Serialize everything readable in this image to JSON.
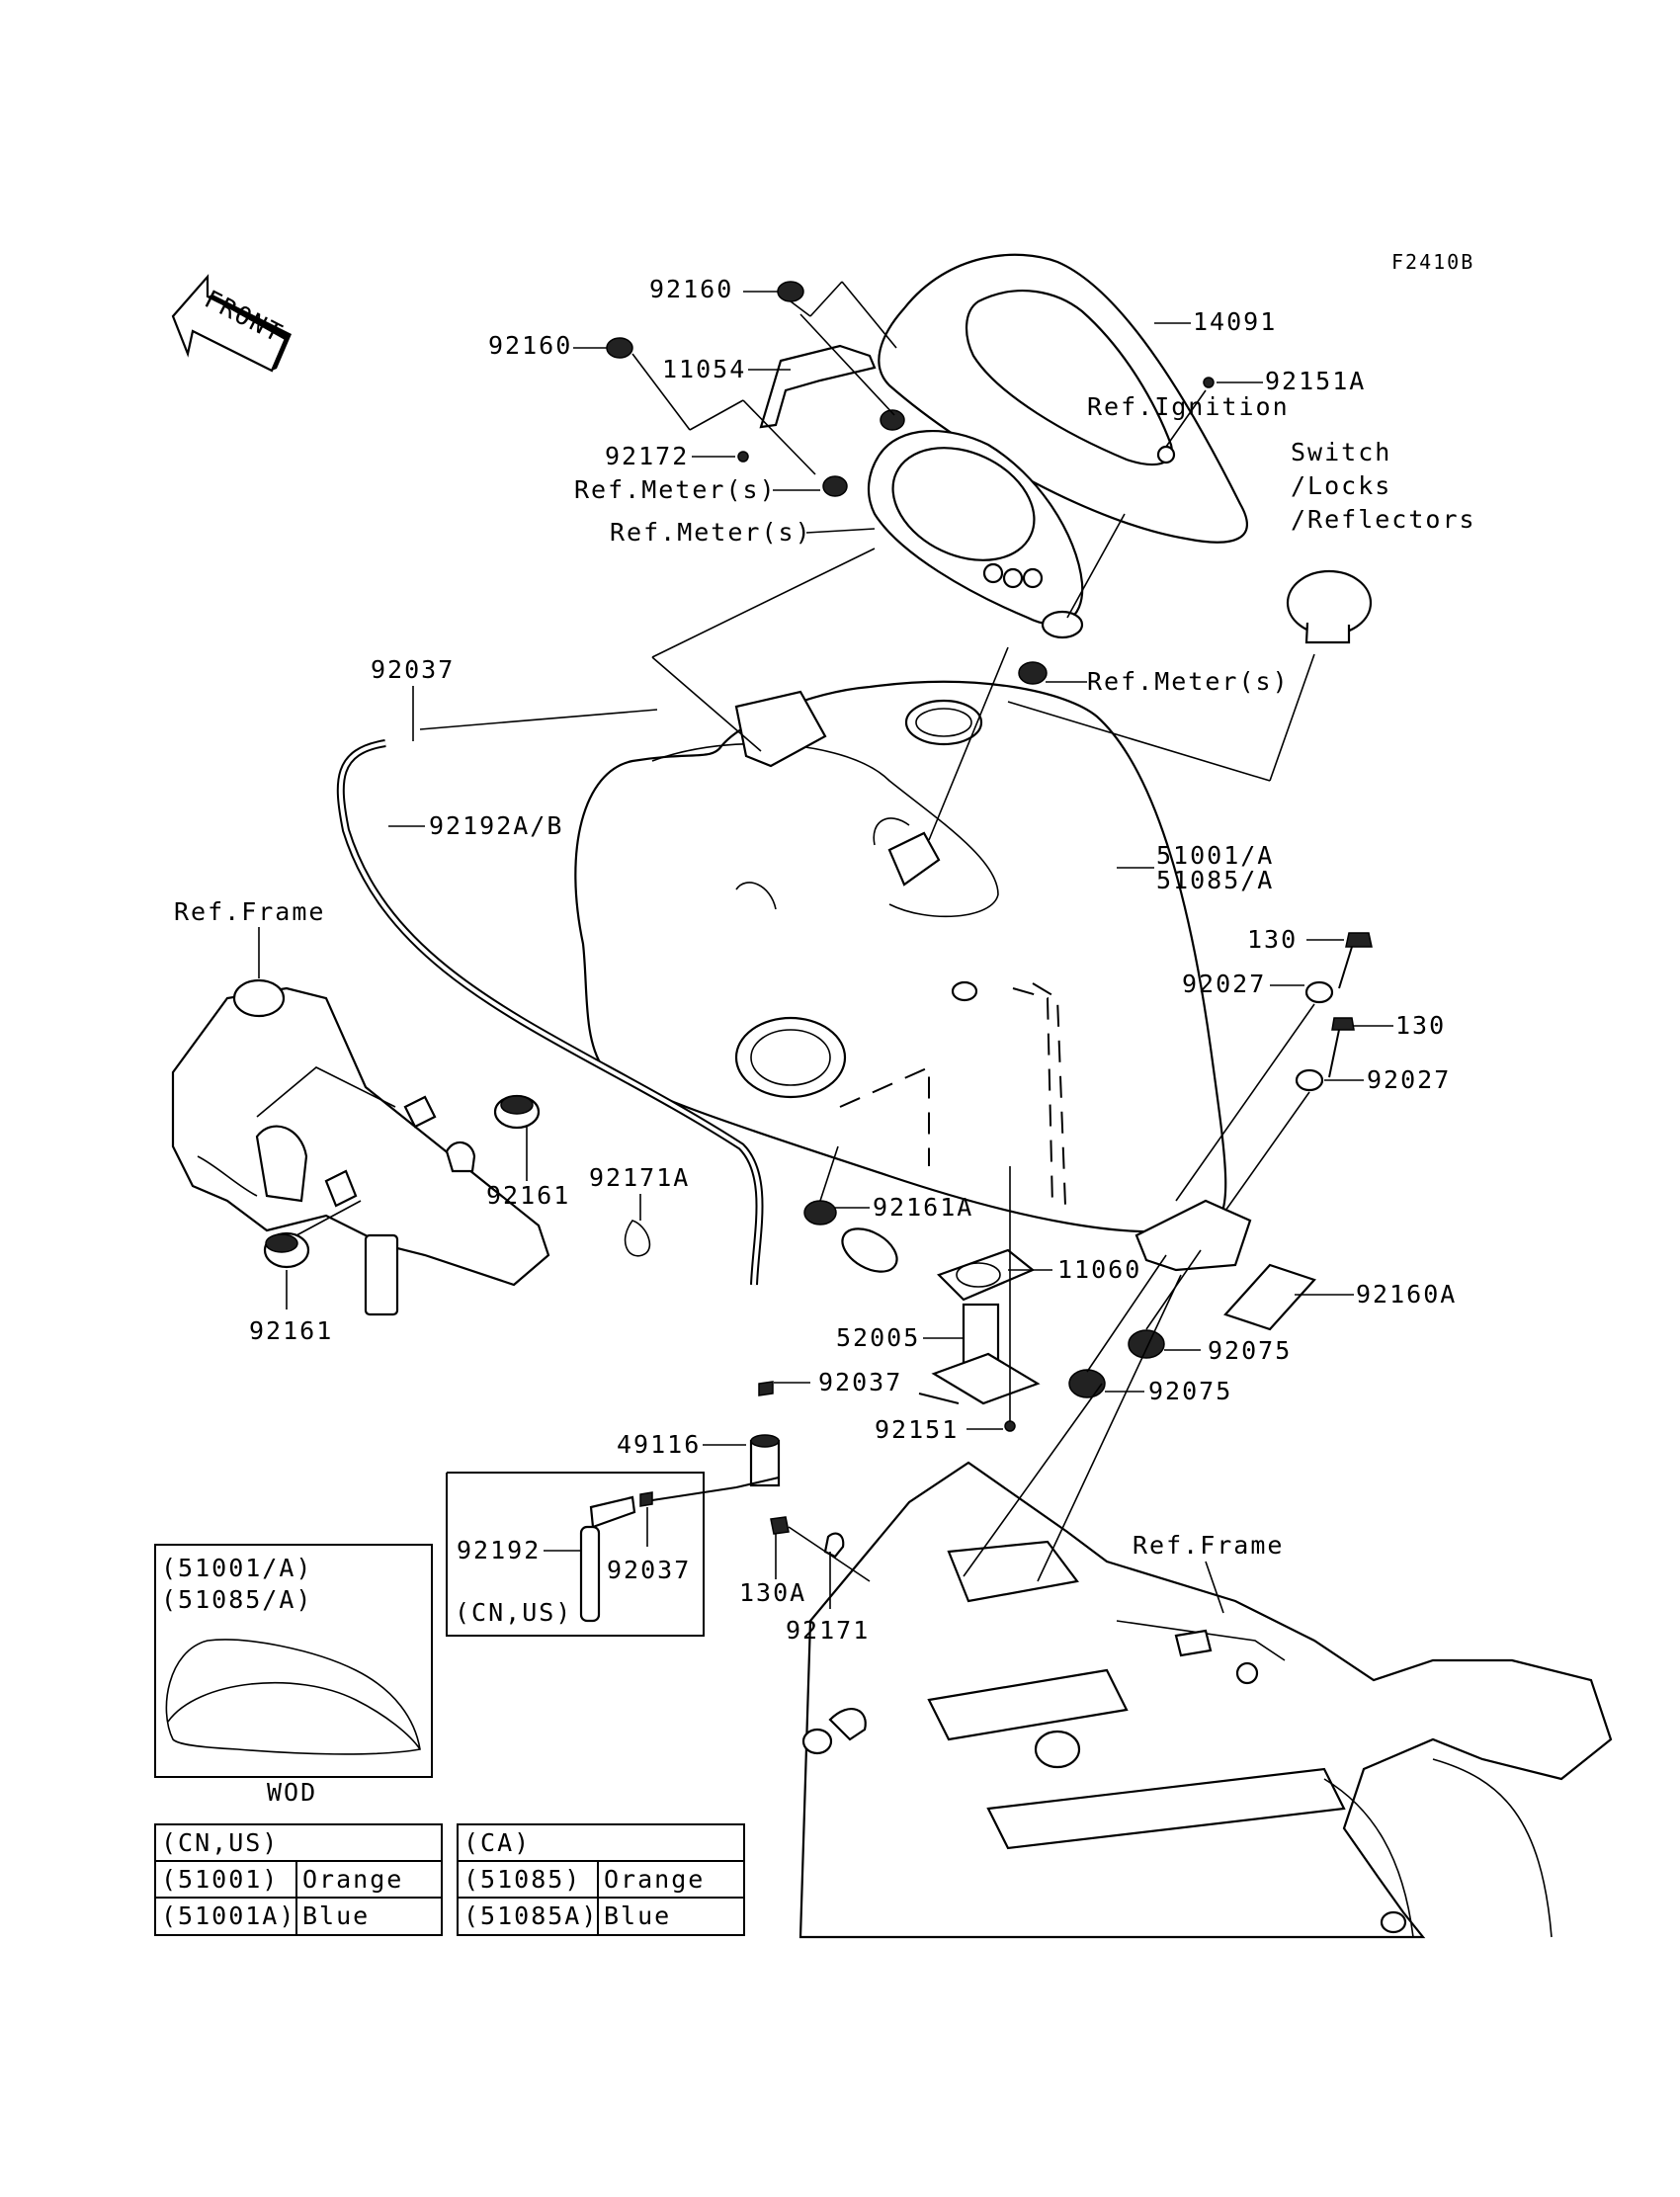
{
  "figure_code": "F2410B",
  "front_label": "FRONT",
  "parts": {
    "p92160_top": "92160",
    "p92160_left": "92160",
    "p11054": "11054",
    "p14091": "14091",
    "p92151A": "92151A",
    "p92172": "92172",
    "ref_meter_1": "Ref.Meter(s)",
    "ref_meter_2": "Ref.Meter(s)",
    "ref_meter_3": "Ref.Meter(s)",
    "ref_ignition": [
      "Ref.Ignition",
      "Switch",
      "/Locks",
      "/Reflectors"
    ],
    "p92037_top": "92037",
    "p92192AB": "92192A/B",
    "p51001A": "51001/A",
    "p51085A": "51085/A",
    "ref_frame_left": "Ref.Frame",
    "p130_a": "130",
    "p92027_a": "92027",
    "p130_b": "130",
    "p92027_b": "92027",
    "p92161_right": "92161",
    "p92161_left": "92161",
    "p92171A": "92171A",
    "p92161A": "92161A",
    "p11060": "11060",
    "p92160A": "92160A",
    "p52005": "52005",
    "p92075_a": "92075",
    "p92075_b": "92075",
    "p92037_mid": "92037",
    "p92151": "92151",
    "p49116": "49116",
    "p92192": "92192",
    "p92037_inset": "92037",
    "cn_us_inset": "(CN,US)",
    "p130A": "130A",
    "p92171": "92171",
    "ref_frame_right": "Ref.Frame"
  },
  "wod_box": {
    "line1": "(51001/A)",
    "line2": "(51085/A)",
    "caption": "WOD"
  },
  "table_cn_us": {
    "header": "(CN,US)",
    "rows": [
      [
        "(51001)",
        "Orange"
      ],
      [
        "(51001A)",
        "Blue"
      ]
    ]
  },
  "table_ca": {
    "header": "(CA)",
    "rows": [
      [
        "(51085)",
        "Orange"
      ],
      [
        "(51085A)",
        "Blue"
      ]
    ]
  }
}
